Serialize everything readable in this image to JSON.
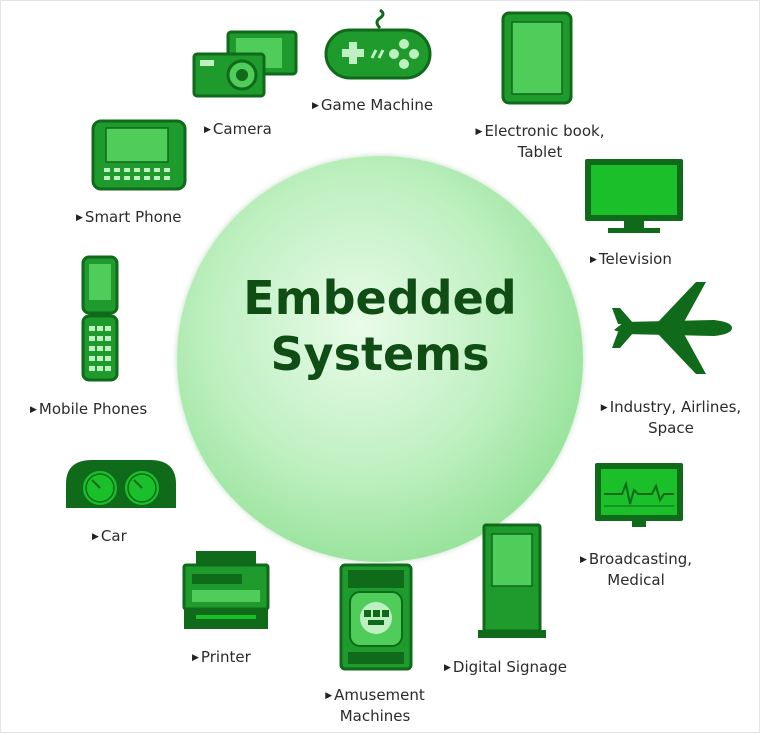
{
  "center": {
    "title": "Embedded\nSystems"
  },
  "marker": "▶",
  "colors": {
    "dark": "#0f6a1a",
    "mid": "#1f9a2c",
    "light": "#4fcc5a",
    "screen": "#1bbf2a",
    "circle": "#a8e8ab"
  },
  "items": [
    {
      "id": "game-machine",
      "label": "Game Machine",
      "icon": "gamepad-icon"
    },
    {
      "id": "camera",
      "label": "Camera",
      "icon": "camera-icon"
    },
    {
      "id": "ebook",
      "label": "Electronic book,\nTablet",
      "icon": "tablet-icon"
    },
    {
      "id": "smartphone",
      "label": "Smart Phone",
      "icon": "smartphone-icon"
    },
    {
      "id": "television",
      "label": "Television",
      "icon": "television-icon"
    },
    {
      "id": "industry",
      "label": "Industry, Airlines,\nSpace",
      "icon": "airplane-icon"
    },
    {
      "id": "mobile",
      "label": "Mobile Phones",
      "icon": "flip-phone-icon"
    },
    {
      "id": "car",
      "label": "Car",
      "icon": "car-dashboard-icon"
    },
    {
      "id": "broadcasting",
      "label": "Broadcasting,\nMedical",
      "icon": "monitor-icon"
    },
    {
      "id": "printer",
      "label": "Printer",
      "icon": "printer-icon"
    },
    {
      "id": "amusement",
      "label": "Amusement\nMachines",
      "icon": "slot-machine-icon"
    },
    {
      "id": "signage",
      "label": "Digital Signage",
      "icon": "signage-icon"
    }
  ]
}
